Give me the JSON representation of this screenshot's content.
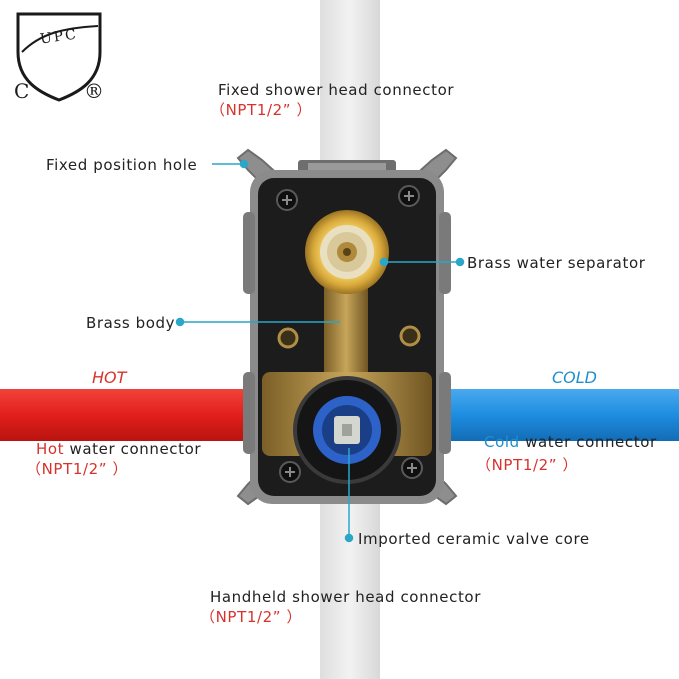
{
  "logo": {
    "mark_text": "UPC",
    "left_letter": "C",
    "registered_symbol": "®"
  },
  "labels": {
    "fixed_head_title": "Fixed shower head connector",
    "fixed_head_spec": "（NPT1/2” ）",
    "fixed_hole": "Fixed position hole",
    "separator": "Brass water separator",
    "body": "Brass body",
    "hot_tag": "HOT",
    "cold_tag": "COLD",
    "hot_word": "Hot",
    "hot_rest": " water connector",
    "hot_spec": "（NPT1/2” ）",
    "cold_word": "Cold",
    "cold_rest": " water connector",
    "cold_spec": "（NPT1/2” ）",
    "valve_core": "Imported ceramic valve core",
    "handheld_title": "Handheld shower head connector",
    "handheld_spec": "（NPT1/2” ）"
  },
  "colors": {
    "hot_pipe": "#e21f1b",
    "cold_pipe": "#1e8de0",
    "vertical_pipe": "#e8e8e8",
    "leader_line": "#2aa6c9",
    "brass": "#b08f45",
    "housing": "#3a3a3a"
  }
}
